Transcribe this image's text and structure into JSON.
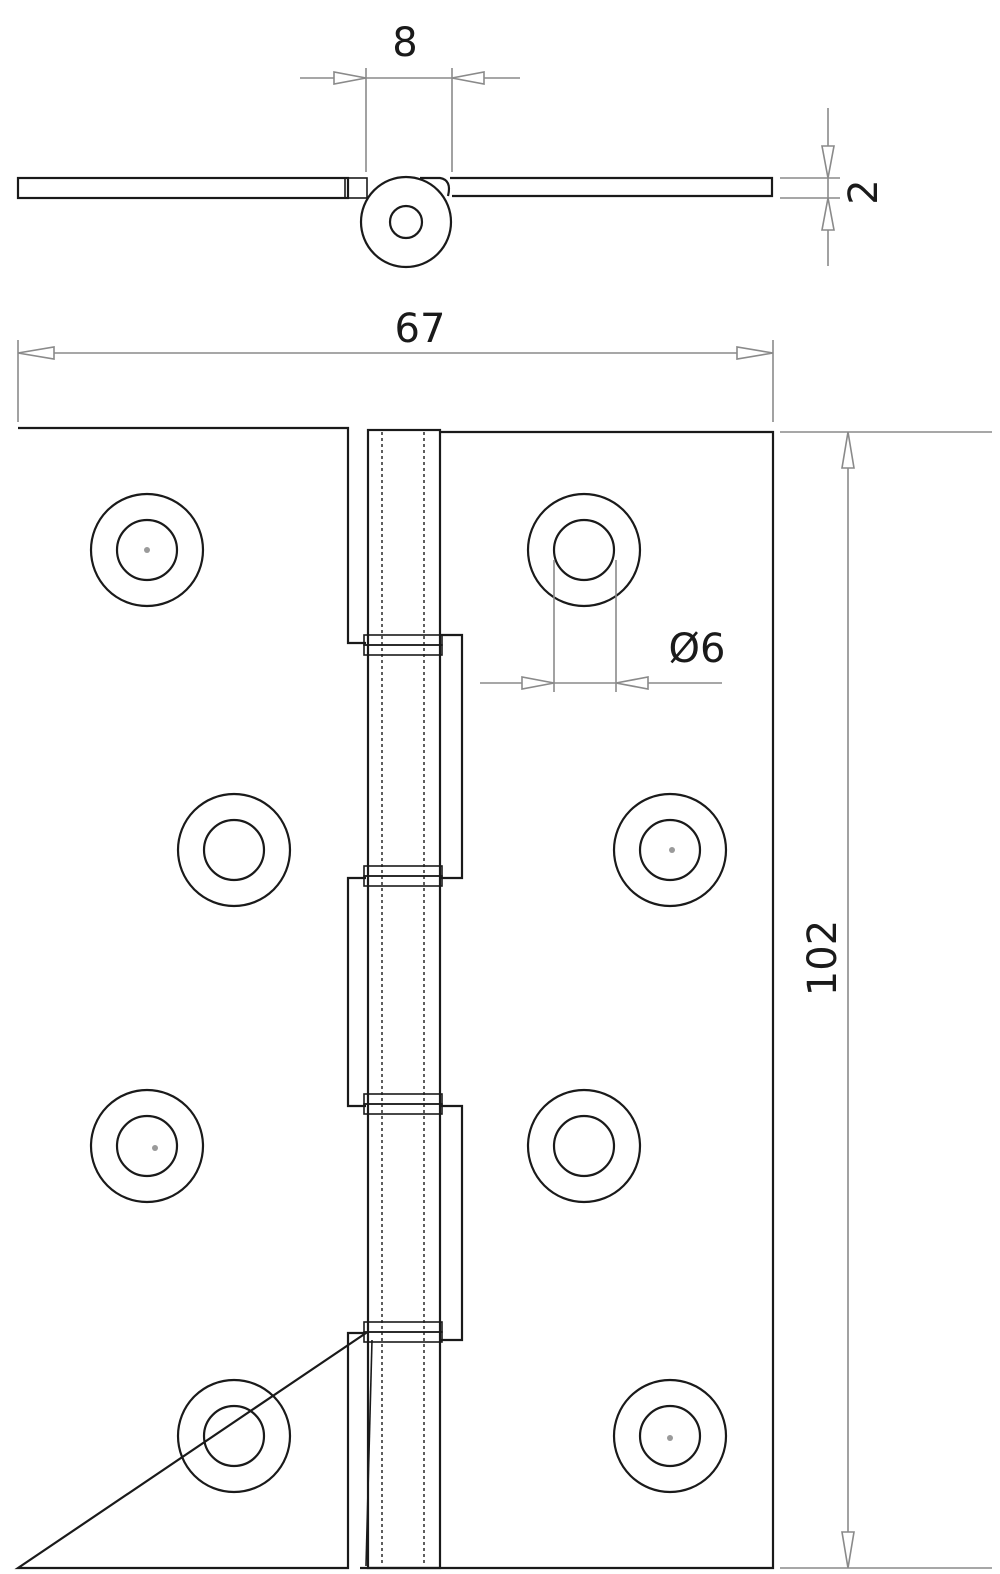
{
  "dimensions": {
    "knuckle_width": "8",
    "leaf_thickness": "2",
    "overall_width": "67",
    "hole_diameter": "Ø6",
    "height": "102"
  }
}
